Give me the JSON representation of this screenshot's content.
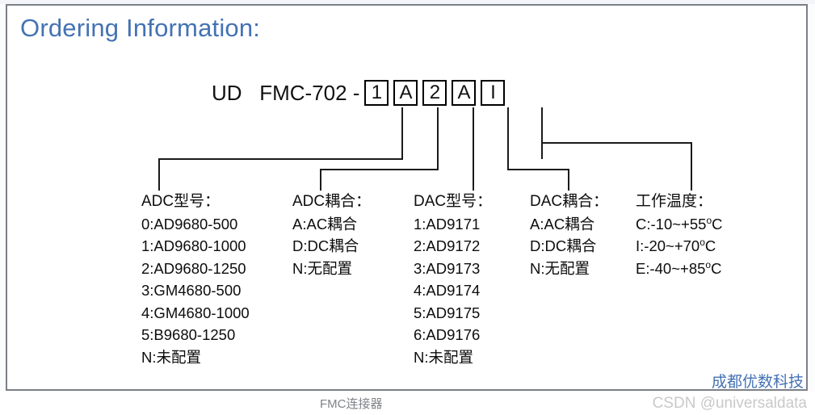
{
  "title": "Ordering Information:",
  "part_number": {
    "prefix": "UD   FMC-702 -",
    "boxes": [
      {
        "value": "1",
        "meaning": "adc-model"
      },
      {
        "value": "A",
        "meaning": "adc-coupling"
      },
      {
        "value": "2",
        "meaning": "dac-model"
      },
      {
        "value": "A",
        "meaning": "dac-coupling"
      },
      {
        "value": "I",
        "meaning": "operating-temperature"
      }
    ]
  },
  "columns": [
    {
      "key": "adc_model",
      "header": "ADC型号：",
      "items": [
        "0:AD9680-500",
        "1:AD9680-1000",
        "2:AD9680-1250",
        "3:GM4680-500",
        "4:GM4680-1000",
        "5:B9680-1250",
        "N:未配置"
      ]
    },
    {
      "key": "adc_coupling",
      "header": "ADC耦合：",
      "items": [
        "A:AC耦合",
        "D:DC耦合",
        "N:无配置"
      ]
    },
    {
      "key": "dac_model",
      "header": "DAC型号：",
      "items": [
        "1:AD9171",
        "2:AD9172",
        "3:AD9173",
        "4:AD9174",
        "5:AD9175",
        "6:AD9176",
        "N:未配置"
      ]
    },
    {
      "key": "dac_coupling",
      "header": "DAC耦合：",
      "items": [
        "A:AC耦合",
        "D:DC耦合",
        "N:无配置"
      ]
    },
    {
      "key": "operating_temperature",
      "header": "工作温度：",
      "items_rich": [
        {
          "prefix": "C:-10~+55",
          "sup": "o",
          "suffix": "C"
        },
        {
          "prefix": "I:-20~+70",
          "sup": "o",
          "suffix": "C"
        },
        {
          "prefix": "E:-40~+85",
          "sup": "o",
          "suffix": "C"
        }
      ]
    }
  ],
  "footer": {
    "fmc_label": "FMC连接器",
    "brand_watermark": "成都优数科技",
    "csdn_watermark": "CSDN @universaldata"
  },
  "colors": {
    "title_blue": "#4472b4",
    "line_black": "#1b1b1b",
    "panel_border": "#7b7f87",
    "watermark_gray": "#c9c9c9"
  }
}
